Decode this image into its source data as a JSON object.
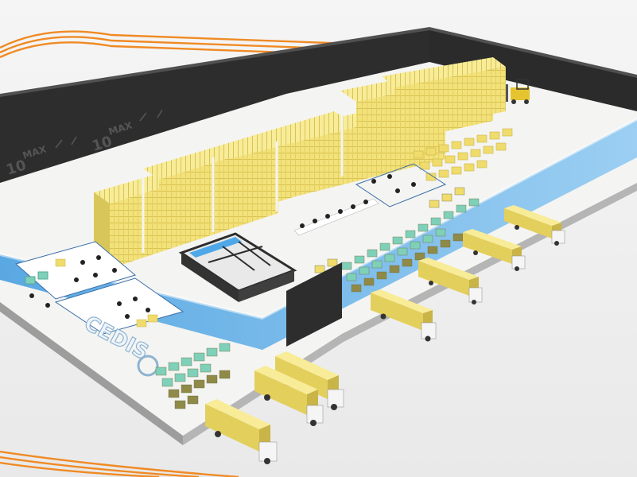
{
  "scene": {
    "brand": "CEDIS",
    "floor_markings": [
      {
        "label": "MAX",
        "value": "10"
      },
      {
        "label": "MAX",
        "value": "10"
      }
    ]
  },
  "colors": {
    "rack_yellow": "#f3e27a",
    "box_yellow": "#f0dc6c",
    "box_teal": "#7fd0b8",
    "box_olive": "#8f8a48",
    "blue_lane": "#4ea8e8",
    "wall_dark": "#2d2d2d",
    "floor": "#f4f4f2",
    "orange_lines": "#f08a24",
    "truck_body": "#f2e07a"
  }
}
